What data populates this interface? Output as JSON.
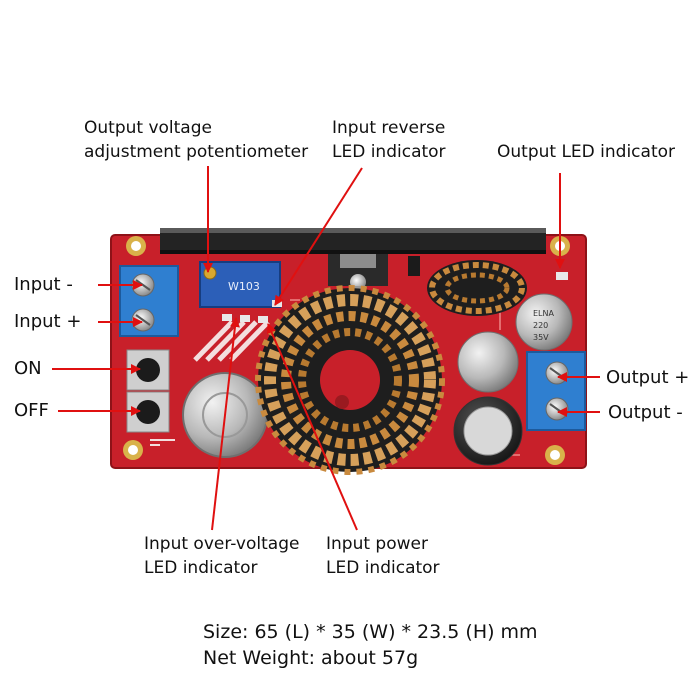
{
  "callouts": {
    "pot": [
      "Output voltage",
      "adjustment potentiometer"
    ],
    "rev": [
      "Input reverse",
      "LED indicator"
    ],
    "outled": "Output LED indicator",
    "in_minus": "Input -",
    "in_plus": "Input +",
    "on": "ON",
    "off": "OFF",
    "out_plus": "Output +",
    "out_minus": "Output -",
    "ovp": [
      "Input over-voltage",
      "LED indicator"
    ],
    "pwr": [
      "Input power",
      "LED indicator"
    ]
  },
  "specs": {
    "size": "Size: 65 (L) * 35 (W) * 23.5 (H) mm",
    "weight": "Net Weight:  about 57g"
  },
  "board_marks": {
    "pot_code": "W103",
    "cap_brand": "ELNA",
    "cap_rating_1": "220",
    "cap_rating_2": "35V"
  },
  "colors": {
    "arrow": "#e01010",
    "pcb": "#c8202a",
    "terminal": "#2f7fd0",
    "copper": "#c98a3e"
  }
}
